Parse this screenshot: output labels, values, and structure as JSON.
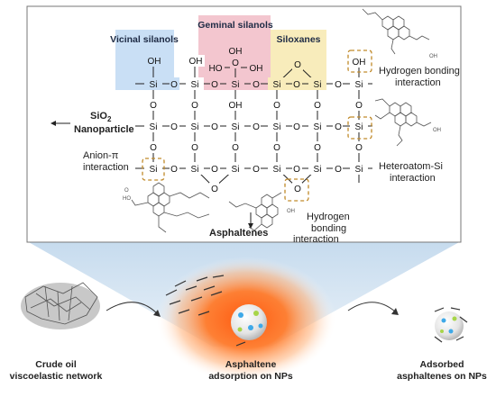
{
  "diagram": {
    "labels": {
      "vicinal": "Vicinal silanols",
      "geminal": "Geminal silanols",
      "siloxanes": "Siloxanes",
      "hbond_top_1": "Hydrogen bonding",
      "hbond_top_2": "interaction",
      "sio2_1": "SiO",
      "sio2_sub": "2",
      "sio2_2": "Nanoparticle",
      "anion_1": "Anion-π",
      "anion_2": "interaction",
      "hetero_1": "Heteroatom-Si",
      "hetero_2": "interaction",
      "hbond_bot_1": "Hydrogen",
      "hbond_bot_2": "bonding",
      "hbond_bot_3": "interaction",
      "asphaltenes": "Asphaltenes"
    },
    "atoms": {
      "si": "Si",
      "o": "O",
      "oh": "OH",
      "ho": "HO"
    },
    "bottom": {
      "crude_1": "Crude oil",
      "crude_2": "viscoelastic network",
      "adsorption_1": "Asphaltene",
      "adsorption_2": "adsorption on NPs",
      "adsorbed_1": "Adsorbed",
      "adsorbed_2": "asphaltenes on NPs"
    },
    "colors": {
      "vicinal_box": "#c9dff5",
      "geminal_box": "#f3c6cf",
      "siloxane_box": "#f8ecbb",
      "highlight_dash": "#c08a2a",
      "beam": "#cfe0ee",
      "glow": "#ff6a1a"
    }
  }
}
